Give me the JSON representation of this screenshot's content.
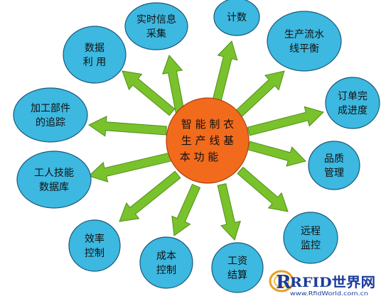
{
  "center": {
    "lines": [
      "智 能 制 衣",
      "生 产 线 基",
      "本 功 能"
    ],
    "fill": "#f26b1d"
  },
  "node_style": {
    "fill": "#3db8e0",
    "stroke": "#1a5a7a"
  },
  "arrow_color": "#79c22b",
  "nodes": [
    {
      "id": "realtime-info",
      "lines": [
        "实时信息",
        "采集"
      ]
    },
    {
      "id": "count",
      "lines": [
        "计数"
      ]
    },
    {
      "id": "line-balance",
      "lines": [
        "生产流水",
        "线平衡"
      ]
    },
    {
      "id": "order-progress",
      "lines": [
        "订单完",
        "成进度"
      ]
    },
    {
      "id": "quality",
      "lines": [
        "品质",
        "管理"
      ]
    },
    {
      "id": "remote-monitor",
      "lines": [
        "远程",
        "监控"
      ]
    },
    {
      "id": "wage-calc",
      "lines": [
        "工资",
        "结算"
      ]
    },
    {
      "id": "cost-control",
      "lines": [
        "成本",
        "控制"
      ]
    },
    {
      "id": "efficiency-control",
      "lines": [
        "效率",
        "控制"
      ]
    },
    {
      "id": "worker-skill-db",
      "lines": [
        "工人技能",
        "数据库"
      ]
    },
    {
      "id": "parts-tracking",
      "lines": [
        "加工部件",
        "的追踪"
      ]
    },
    {
      "id": "data-use",
      "lines": [
        "数据",
        "利 用"
      ]
    }
  ],
  "watermark": {
    "brand": "RFID世界网",
    "url": "www.RfidWorld.com.cn"
  }
}
